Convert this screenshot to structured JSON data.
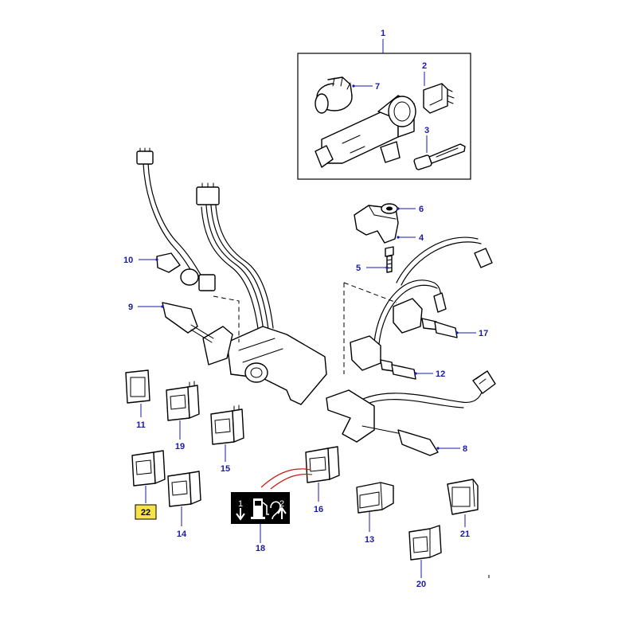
{
  "callouts": [
    {
      "id": "1",
      "text": "1"
    },
    {
      "id": "2",
      "text": "2"
    },
    {
      "id": "3",
      "text": "3"
    },
    {
      "id": "4",
      "text": "4"
    },
    {
      "id": "5",
      "text": "5"
    },
    {
      "id": "6",
      "text": "6"
    },
    {
      "id": "7",
      "text": "7"
    },
    {
      "id": "8",
      "text": "8"
    },
    {
      "id": "9",
      "text": "9"
    },
    {
      "id": "10",
      "text": "10"
    },
    {
      "id": "11",
      "text": "11"
    },
    {
      "id": "12",
      "text": "12"
    },
    {
      "id": "13",
      "text": "13"
    },
    {
      "id": "14",
      "text": "14"
    },
    {
      "id": "15",
      "text": "15"
    },
    {
      "id": "16",
      "text": "16"
    },
    {
      "id": "17",
      "text": "17"
    },
    {
      "id": "18",
      "text": "18"
    },
    {
      "id": "19",
      "text": "19"
    },
    {
      "id": "20",
      "text": "20"
    },
    {
      "id": "21",
      "text": "21"
    },
    {
      "id": "22",
      "text": "22"
    }
  ],
  "highlighted_callout": "22",
  "fuel_label": {
    "tank1": "1",
    "tank2": "2"
  },
  "colors": {
    "callout": "#1a1aa8",
    "highlight": "#f7e24a",
    "linework": "#000000",
    "indicator_line": "#d01818"
  },
  "icons": [
    "fuel-pump-icon",
    "arrow-down-icon",
    "arrow-up-icon"
  ]
}
